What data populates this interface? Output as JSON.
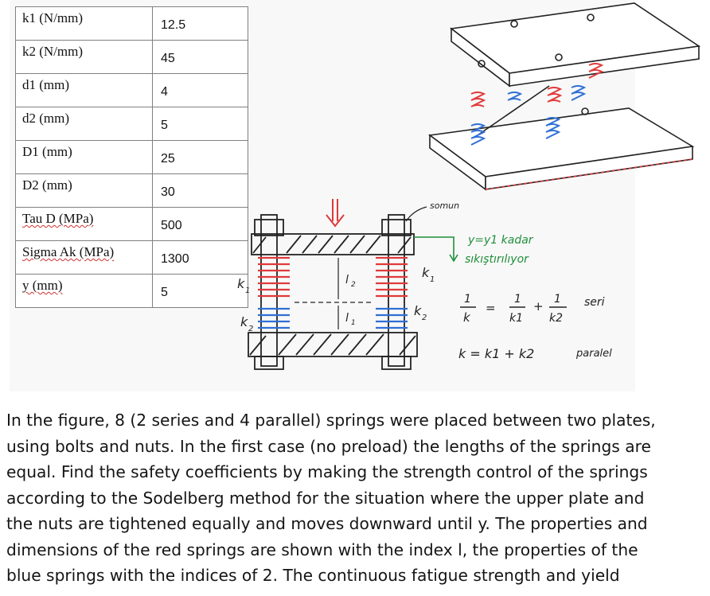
{
  "table": {
    "rows": [
      {
        "name": "k1 (N/mm)",
        "value": "12.5"
      },
      {
        "name": "k2 (N/mm)",
        "value": "45"
      },
      {
        "name": "d1 (mm)",
        "value": "4"
      },
      {
        "name": "d2 (mm)",
        "value": "5"
      },
      {
        "name": "D1 (mm)",
        "value": "25"
      },
      {
        "name": "D2 (mm)",
        "value": "30"
      },
      {
        "name": "Tau D (MPa)",
        "value": "500"
      },
      {
        "name": "Sigma Ak (MPa)",
        "value": "1300"
      },
      {
        "name": "y (mm)",
        "value": "5"
      }
    ]
  },
  "sketch": {
    "label_somun": "somun",
    "label_k1_left": "k",
    "label_k1_left_sub": "1",
    "label_k2_left": "k",
    "label_k2_left_sub": "2",
    "label_k1_right": "k",
    "label_k1_right_sub": "1",
    "label_k2_right": "k",
    "label_k2_right_sub": "2",
    "label_l2": "l",
    "label_l2_sub": "2",
    "label_l1": "l",
    "label_l1_sub": "1",
    "note_line1": "y=y1 kadar",
    "note_line2": "sıkıştırılıyor",
    "formula_series_label": "seri",
    "formula_parallel": "k = k1 + k2",
    "formula_parallel_label": "paralel",
    "f_one_a": "1",
    "f_k": "k",
    "f_one_b": "1",
    "f_k1": "k1",
    "f_one_c": "1",
    "f_k2": "k2"
  },
  "paragraph": {
    "lines": [
      "In the figure, 8 (2 series and 4 parallel) springs were placed between two plates,",
      "using bolts and nuts.  In the first case (no preload) the lengths of the springs are",
      "equal.  Find the safety coefficients by making the strength control of the springs",
      "according to the Sodelberg method for the situation where the upper plate and",
      "the nuts are tightened equally and moves downward until y.  The properties and",
      "dimensions of the red springs are shown with the index l, the properties of the",
      "blue springs with the indices of 2. The continuous fatigue strength and yield"
    ]
  },
  "colors": {
    "red_spring": "#e03a3a",
    "blue_spring": "#2f6fd6",
    "green_note": "#1f8f3a",
    "ink": "#222222",
    "grid_border": "#808080"
  }
}
